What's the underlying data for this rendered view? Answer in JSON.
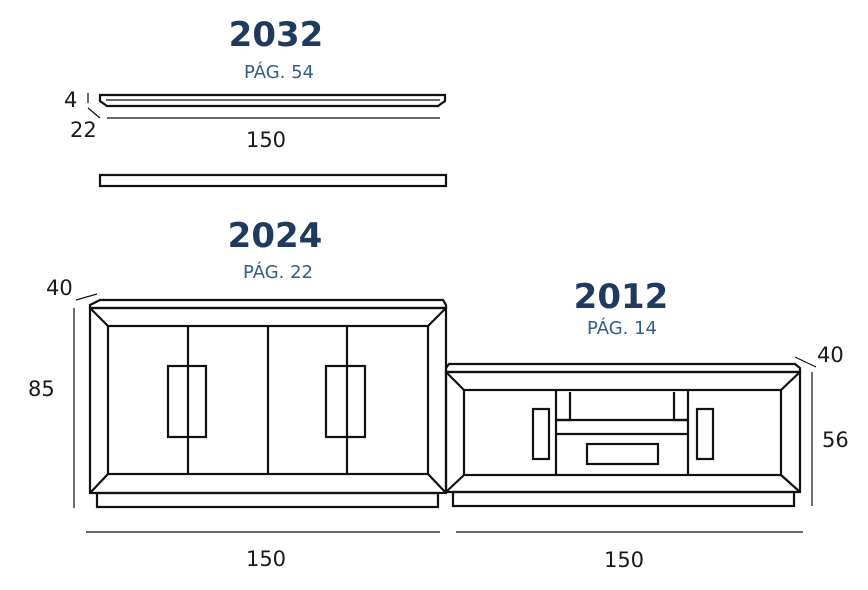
{
  "colors": {
    "code": "#1f3a5f",
    "page_ref": "#2f5e8e",
    "ink": "#111111"
  },
  "products": [
    {
      "code": "2032",
      "page": "PÁG. 54",
      "dims": {
        "height": "4",
        "depth": "22",
        "width": "150"
      }
    },
    {
      "code": "2024",
      "page": "PÁG. 22",
      "dims": {
        "depth": "40",
        "height": "85",
        "width": "150"
      }
    },
    {
      "code": "2012",
      "page": "PÁG. 14",
      "dims": {
        "depth": "40",
        "height": "56",
        "width": "150"
      }
    }
  ]
}
